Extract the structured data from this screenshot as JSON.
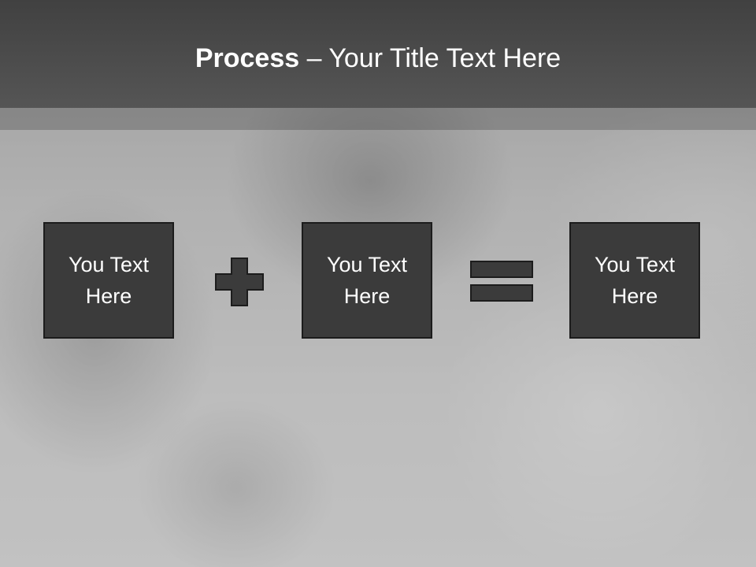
{
  "slide": {
    "title_bold": "Process",
    "title_rest": " – Your Title Text Here",
    "boxes": [
      {
        "label": "You Text Here"
      },
      {
        "label": "You Text Here"
      },
      {
        "label": "You Text Here"
      }
    ],
    "operators": [
      "plus-icon",
      "equals-icon"
    ],
    "colors": {
      "title_bar": "#4a4a4a",
      "box_fill": "#3b3b3b",
      "box_border": "#1c1c1c",
      "text": "#ffffff"
    }
  }
}
